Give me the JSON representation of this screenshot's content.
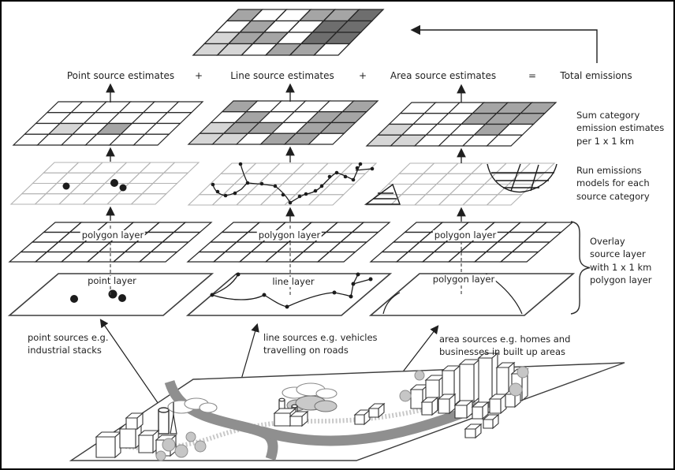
{
  "equation": {
    "point_label": "Point source estimates",
    "plus_1": "+",
    "line_label": "Line source estimates",
    "plus_2": "+",
    "area_label": "Area source estimates",
    "equals": "=",
    "total_label": "Total emissions"
  },
  "side_notes": {
    "sum": "Sum category\nemission estimates\nper 1 x 1 km",
    "run": "Run emissions\nmodels for each\nsource category",
    "overlay": "Overlay\nsource layer\nwith 1 x 1 km\npolygon layer"
  },
  "layer_labels": {
    "polygon_1": "polygon layer",
    "polygon_2": "polygon layer",
    "polygon_3": "polygon layer",
    "point_src": "point layer",
    "line_src": "line layer",
    "area_src": "polygon layer"
  },
  "captions": {
    "point": "point sources e.g.\nindustrial stacks",
    "line": "line sources e.g. vehicles\ntravelling on roads",
    "area": "area sources e.g. homes and\nbusinesses in built up areas"
  },
  "colors": {
    "shades": [
      "#ffffff",
      "#d6d6d6",
      "#a5a5a5",
      "#6e6e6e"
    ],
    "grid_line": "#262626",
    "model_grid_line": "#b3b3b3",
    "road_dark": "#8f8f8f",
    "road_light": "#c8c8c8"
  },
  "grids": {
    "total": [
      [
        2,
        0,
        0,
        2,
        2,
        3
      ],
      [
        0,
        2,
        0,
        0,
        3,
        3
      ],
      [
        1,
        2,
        2,
        0,
        3,
        3
      ],
      [
        1,
        1,
        0,
        2,
        2,
        0
      ]
    ],
    "point": [
      [
        0,
        0,
        0,
        0,
        0,
        0
      ],
      [
        0,
        0,
        0,
        0,
        0,
        0
      ],
      [
        0,
        1,
        0,
        2,
        0,
        0
      ],
      [
        0,
        0,
        0,
        0,
        0,
        0
      ]
    ],
    "line": [
      [
        2,
        0,
        0,
        0,
        0,
        2
      ],
      [
        0,
        2,
        0,
        0,
        2,
        2
      ],
      [
        1,
        2,
        2,
        0,
        2,
        2
      ],
      [
        1,
        1,
        0,
        2,
        2,
        0
      ]
    ],
    "area": [
      [
        0,
        0,
        0,
        2,
        2,
        2
      ],
      [
        0,
        0,
        0,
        2,
        2,
        2
      ],
      [
        1,
        0,
        0,
        0,
        2,
        0
      ],
      [
        1,
        1,
        0,
        0,
        0,
        0
      ]
    ]
  }
}
